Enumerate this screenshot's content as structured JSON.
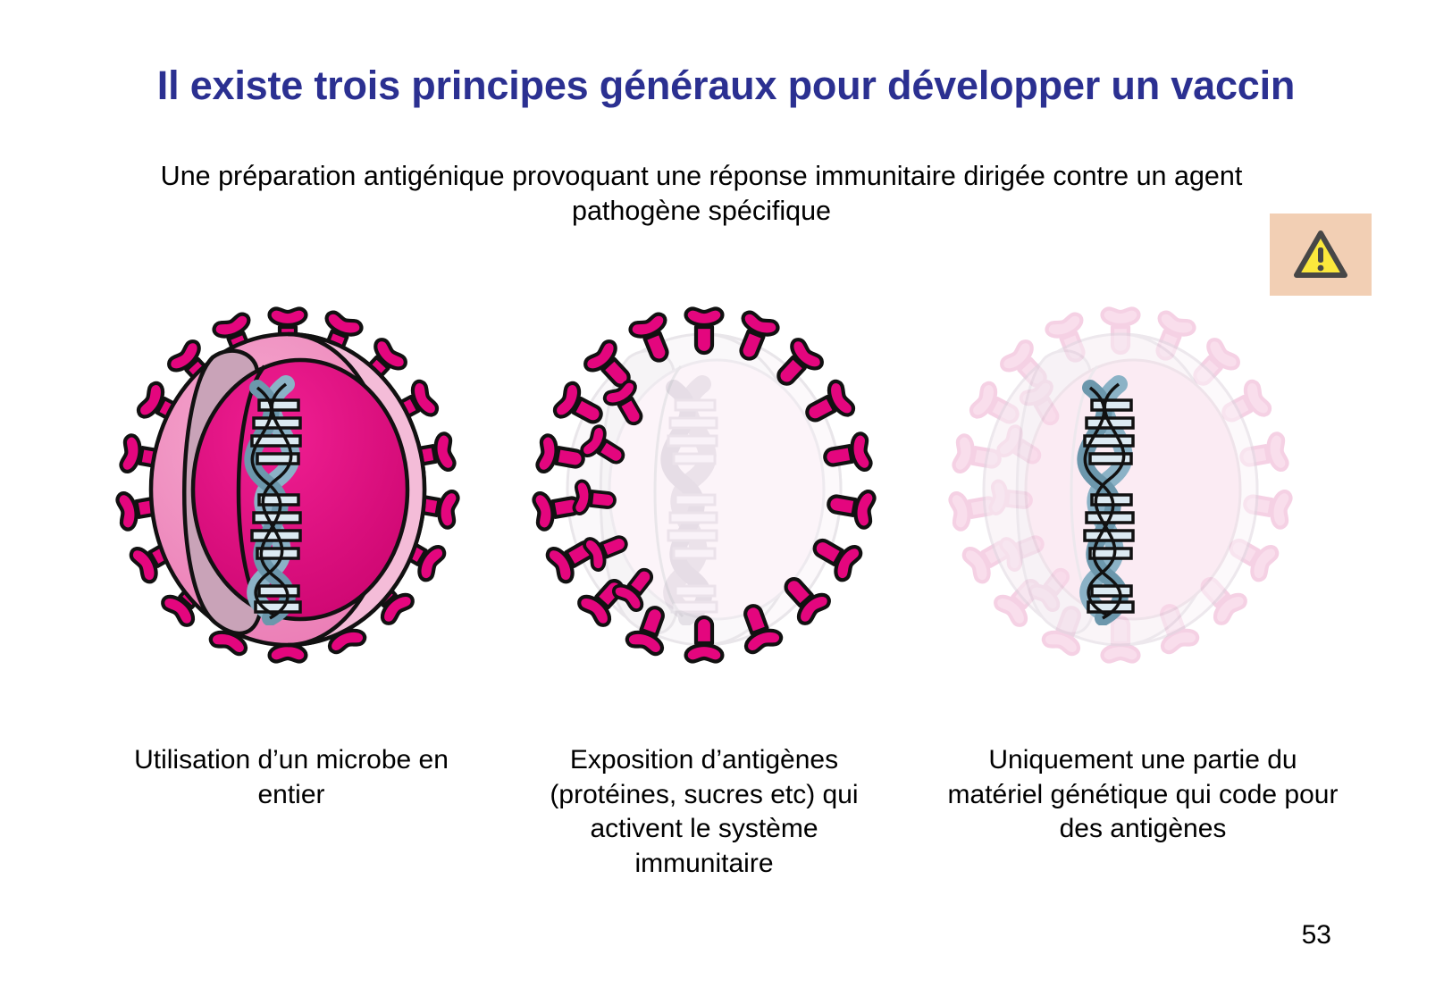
{
  "slide": {
    "title": "Il existe trois principes généraux pour développer un vaccin",
    "subtitle": "Une préparation antigénique provoquant une réponse immunitaire dirigée contre un agent pathogène spécifique",
    "page_number": "53",
    "title_color": "#2b3091",
    "background_color": "#ffffff"
  },
  "warning_badge": {
    "icon": "warning-triangle-icon",
    "box_color": "#f2cfb4",
    "triangle_fill": "#fbe83c",
    "triangle_stroke": "#474747"
  },
  "palette": {
    "spike_magenta": "#e4067e",
    "spike_magenta_dark": "#c2046c",
    "envelope_pink": "#f08fc2",
    "envelope_pink_light": "#f4bcd8",
    "membrane_mauve": "#c9a3b8",
    "core_magenta": "#e4067e",
    "core_magenta_dark": "#c7066f",
    "dna_blue": "#8bb2c6",
    "dna_blue_dark": "#6c97ac",
    "dna_rung_light": "#dceaf2",
    "outline_black": "#111111",
    "faded_pink": "#f7e3ee",
    "faded_grey": "#ece9ef"
  },
  "figures": [
    {
      "name": "whole-microbe-virus",
      "highlight": "all",
      "caption": "Utilisation d’un microbe en entier"
    },
    {
      "name": "antigen-spikes-virus",
      "highlight": "spikes",
      "caption": "Exposition d’antigènes (protéines, sucres etc) qui activent le système immunitaire"
    },
    {
      "name": "genetic-material-virus",
      "highlight": "dna",
      "caption": "Uniquement une partie du matériel génétique qui code pour des antigènes"
    }
  ]
}
